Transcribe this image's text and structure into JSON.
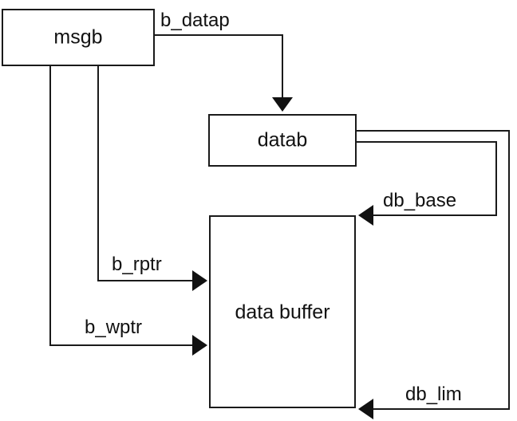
{
  "diagram": {
    "nodes": {
      "msgb": {
        "label": "msgb"
      },
      "datab": {
        "label": "datab"
      },
      "data_buffer": {
        "label": "data buffer"
      }
    },
    "edges": {
      "b_datap": {
        "label": "b_datap",
        "from": "msgb",
        "to": "datab"
      },
      "db_base": {
        "label": "db_base",
        "from": "datab",
        "to": "data buffer"
      },
      "db_lim": {
        "label": "db_lim",
        "from": "datab",
        "to": "data buffer"
      },
      "b_rptr": {
        "label": "b_rptr",
        "from": "msgb",
        "to": "data buffer"
      },
      "b_wptr": {
        "label": "b_wptr",
        "from": "msgb",
        "to": "data buffer"
      }
    }
  }
}
